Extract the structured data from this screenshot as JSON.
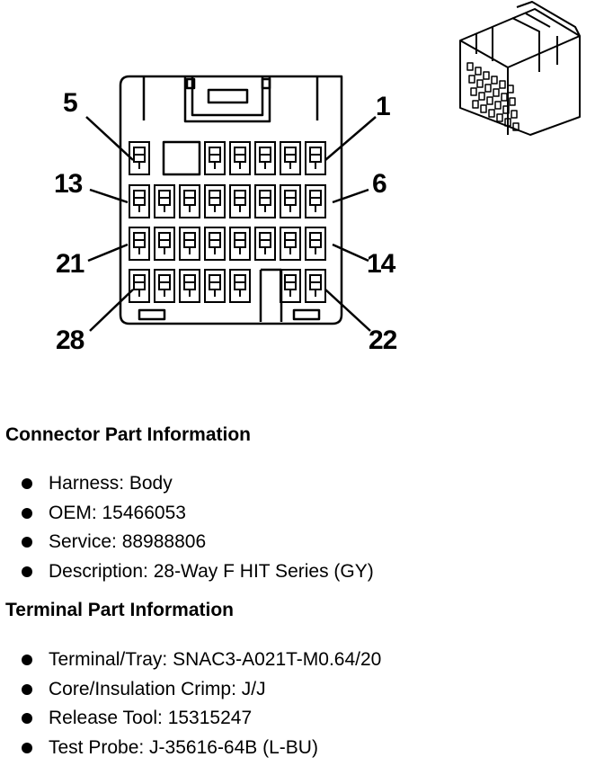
{
  "connector": {
    "callouts": [
      "5",
      "1",
      "13",
      "6",
      "21",
      "14",
      "28",
      "22"
    ]
  },
  "connector_info": {
    "title": "Connector Part Information",
    "items": [
      "Harness: Body",
      "OEM: 15466053",
      "Service: 88988806",
      "Description: 28-Way F HIT Series (GY)"
    ]
  },
  "terminal_info": {
    "title": "Terminal Part Information",
    "items": [
      "Terminal/Tray: SNAC3-A021T-M0.64/20",
      "Core/Insulation Crimp: J/J",
      "Release Tool: 15315247",
      "Test Probe: J-35616-64B (L-BU)"
    ]
  }
}
